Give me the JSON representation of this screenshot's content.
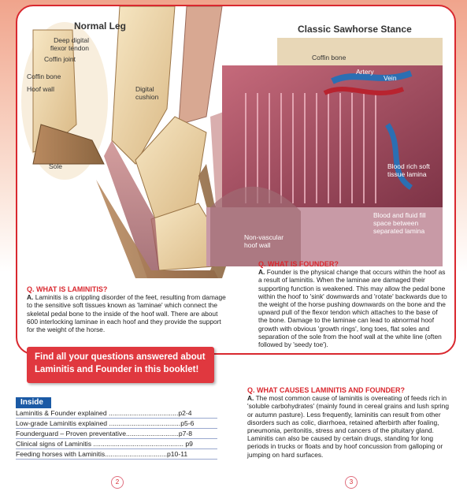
{
  "left_figure": {
    "title": "Normal Leg",
    "labels": {
      "deep_digital": "Deep digital\nflexor tendon",
      "coffin_joint": "Coffin joint",
      "coffin_bone": "Coffin bone",
      "hoof_wall": "Hoof wall",
      "digital_cushion": "Digital\ncushion",
      "sole": "Sole"
    }
  },
  "right_figure": {
    "title": "Classic Sawhorse Stance",
    "labels": {
      "coffin_bone": "Coffin bone",
      "artery": "Artery",
      "vein": "Vein",
      "blood_rich": "Blood rich soft\ntissue lamina",
      "blood_fluid": "Blood and fluid fill\nspace between\nseparated lamina",
      "nonvascular": "Non-vascular\nhoof wall"
    }
  },
  "q_laminitis": {
    "heading": "Q. WHAT IS LAMINITIS?",
    "answer_prefix": "A.",
    "answer": "Laminitis is a crippling disorder of the feet, resulting from damage to the sensitive soft tissues known as 'laminae' which connect the skeletal pedal bone to the inside of the hoof wall. There are about 600 interlocking laminae in each hoof and they provide the support for the weight of the horse."
  },
  "q_founder": {
    "heading": "Q. WHAT IS FOUNDER?",
    "answer_prefix": "A.",
    "answer": "Founder is the physical change that occurs within the hoof as a result of laminitis. When the laminae are damaged their supporting function is weakened. This may allow the pedal bone within the hoof to 'sink' downwards and 'rotate' backwards due to the weight of the horse pushing downwards on the bone and the upward pull of the flexor tendon which attaches to the base of the bone. Damage to the laminae can lead to abnormal hoof growth with obvious 'growth rings', long toes, flat soles and separation of the sole from the hoof wall at the white line (often followed by 'seedy toe')."
  },
  "q_causes": {
    "heading": "Q. WHAT CAUSES LAMINITIS AND FOUNDER?",
    "answer_prefix": "A.",
    "answer": "The most common cause of laminitis is overeating of feeds rich in 'soluble carbohydrates' (mainly found in cereal grains and lush spring or autumn pasture). Less frequently, laminitis can result from other disorders such as colic, diarrhoea, retained afterbirth after foaling, pneumonia, peritonitis, stress and cancers of the pituitary gland. Laminitis can also be caused by certain drugs, standing for long periods in trucks or floats and by hoof concussion from galloping or jumping on hard surfaces."
  },
  "banner": "Find all your questions answered about Laminitis and Founder in this booklet!",
  "inside": {
    "tag": "Inside",
    "items": [
      "Laminitis & Founder explained .....................................p2-4",
      "Low-grade Laminitis explained ......................................p5-6",
      "Founderguard – Proven preventative............................p7-8",
      "Clinical signs of Laminitis ................................................ p9",
      "Feeding horses with Laminitis.................................p10-11"
    ]
  },
  "page_left": "2",
  "page_right": "3"
}
